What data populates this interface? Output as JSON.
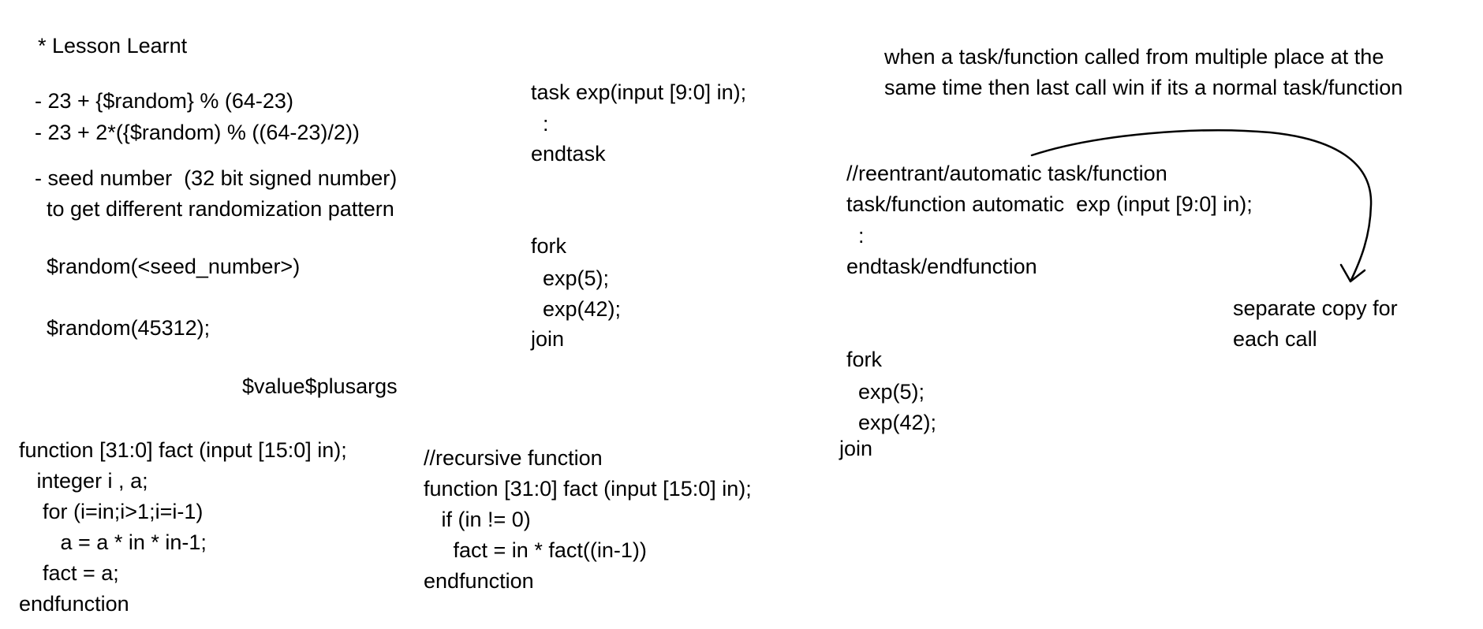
{
  "notes": {
    "lesson_title": "* Lesson Learnt",
    "random_expr_1": "- 23 + {$random} % (64-23)",
    "random_expr_2": "- 23 + 2*({$random) % ((64-23)/2))",
    "seed_line_1": "- seed number  (32 bit signed number)",
    "seed_line_2": "  to get different randomization pattern",
    "random_seed_call": "$random(<seed_number>)",
    "random_seed_example": "$random(45312);",
    "plusargs": "$value$plusargs"
  },
  "task_example": {
    "lines": [
      "task exp(input [9:0] in);",
      "  :",
      "endtask"
    ]
  },
  "fork_example": {
    "lines": [
      "fork",
      "  exp(5);",
      "  exp(42);",
      "join"
    ]
  },
  "note_multiple_calls": {
    "line_1": "when a task/function called from multiple place at the",
    "line_2": "same time then last call win if its a normal task/function"
  },
  "automatic_example": {
    "lines": [
      "//reentrant/automatic task/function",
      "task/function automatic  exp (input [9:0] in);",
      "  :",
      "endtask/endfunction"
    ]
  },
  "separate_copy_note": {
    "line_1": "separate copy for",
    "line_2": "each call"
  },
  "fork_example_2": {
    "lines": [
      "fork",
      "  exp(5);",
      "  exp(42);",
      "join"
    ]
  },
  "fact_function": {
    "lines": [
      "function [31:0] fact (input [15:0] in);",
      "   integer i , a;",
      "    for (i=in;i>1;i=i-1)",
      "       a = a * in * in-1;",
      "    fact = a;",
      "endfunction"
    ]
  },
  "recursive_function": {
    "lines": [
      "//recursive function",
      "function [31:0] fact (input [15:0] in);",
      "   if (in != 0)",
      "     fact = in * fact((in-1))",
      "endfunction"
    ]
  },
  "colors": {
    "text": "#000000",
    "background": "#ffffff",
    "arrow": "#000000"
  },
  "icons": {
    "curved_arrow": "curved-arrow-icon"
  }
}
